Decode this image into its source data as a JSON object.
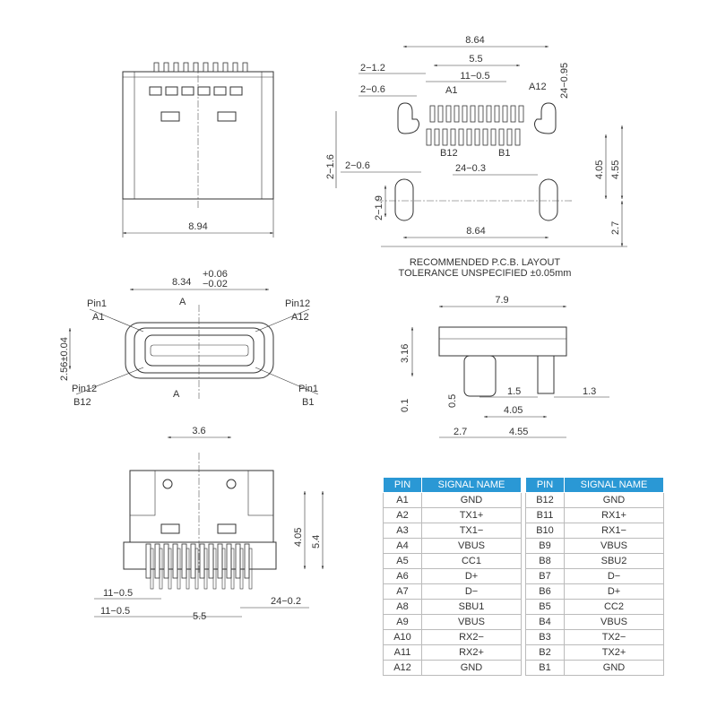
{
  "top_view": {
    "width_dim": "8.94"
  },
  "pcb_layout": {
    "dim_total_top": "8.64",
    "dim_pitch_span": "5.5",
    "dim_11": "11−0.5",
    "dim_2_1_2": "2−1.2",
    "dim_2_0_6_top": "2−0.6",
    "label_a1": "A1",
    "label_a12": "A12",
    "label_b12": "B12",
    "label_b1": "B1",
    "dim_24_0_95": "24−0.95",
    "dim_2_1_6": "2−1.6",
    "dim_2_0_6_bottom": "2−0.6",
    "dim_24_0_3": "24−0.3",
    "dim_4_05": "4.05",
    "dim_4_55": "4.55",
    "dim_2_1_9": "2−1.9",
    "dim_total_bottom": "8.64",
    "dim_2_7": "2.7",
    "caption_line1": "RECOMMENDED  P.C.B. LAYOUT",
    "caption_line2": "TOLERANCE UNSPECIFIED ±0.05mm"
  },
  "front_view": {
    "width_dim": "8.34",
    "tol_plus": "+0.06",
    "tol_minus": "−0.02",
    "section_top": "A",
    "section_bottom": "A",
    "height_dim": "2.56±0.04",
    "pin1_tl": "Pin1",
    "a1": "A1",
    "pin12_tr": "Pin12",
    "a12": "A12",
    "pin12_bl": "Pin12",
    "b12": "B12",
    "pin1_br": "Pin1",
    "b1": "B1"
  },
  "side_view": {
    "dim_7_9": "7.9",
    "dim_3_16": "3.16",
    "dim_0_1": "0.1",
    "dim_0_5": "0.5",
    "dim_1_5": "1.5",
    "dim_1_3": "1.3",
    "dim_4_05": "4.05",
    "dim_2_7": "2.7",
    "dim_4_55": "4.55"
  },
  "bottom_view": {
    "dim_3_6": "3.6",
    "dim_4_05": "4.05",
    "dim_5_4": "5.4",
    "dim_11_a": "11−0.5",
    "dim_11_b": "11−0.5",
    "dim_5_5": "5.5",
    "dim_24_0_2": "24−0.2"
  },
  "pin_table": {
    "header_pin": "PIN",
    "header_signal": "SIGNAL NAME",
    "left": [
      [
        "A1",
        "GND"
      ],
      [
        "A2",
        "TX1+"
      ],
      [
        "A3",
        "TX1−"
      ],
      [
        "A4",
        "VBUS"
      ],
      [
        "A5",
        "CC1"
      ],
      [
        "A6",
        "D+"
      ],
      [
        "A7",
        "D−"
      ],
      [
        "A8",
        "SBU1"
      ],
      [
        "A9",
        "VBUS"
      ],
      [
        "A10",
        "RX2−"
      ],
      [
        "A11",
        "RX2+"
      ],
      [
        "A12",
        "GND"
      ]
    ],
    "right": [
      [
        "B12",
        "GND"
      ],
      [
        "B11",
        "RX1+"
      ],
      [
        "B10",
        "RX1−"
      ],
      [
        "B9",
        "VBUS"
      ],
      [
        "B8",
        "SBU2"
      ],
      [
        "B7",
        "D−"
      ],
      [
        "B6",
        "D+"
      ],
      [
        "B5",
        "CC2"
      ],
      [
        "B4",
        "VBUS"
      ],
      [
        "B3",
        "TX2−"
      ],
      [
        "B2",
        "TX2+"
      ],
      [
        "B1",
        "GND"
      ]
    ],
    "header_color": "#2a98d5"
  }
}
